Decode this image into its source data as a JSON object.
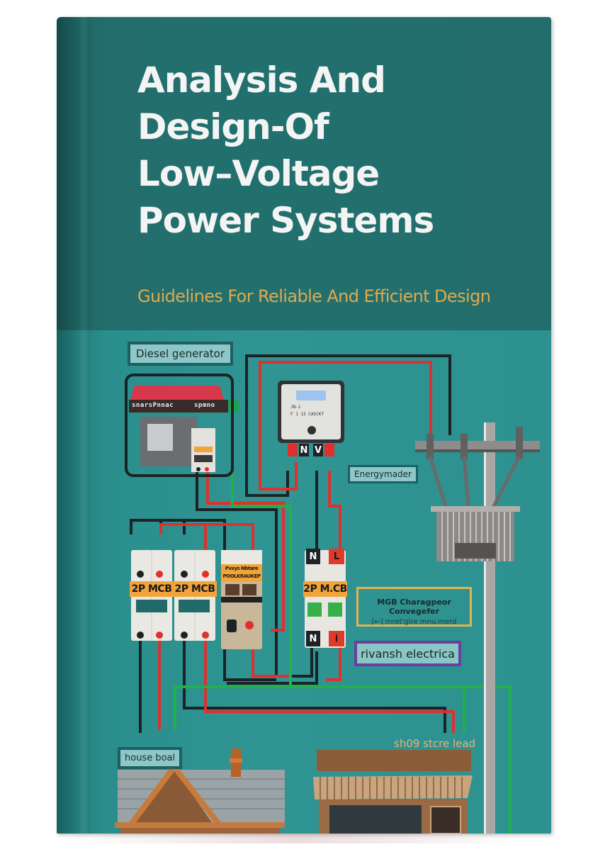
{
  "book": {
    "title_lines": [
      "Analysis And",
      "Design-Of",
      "Low–Voltage",
      "Power Systems"
    ],
    "subtitle": "Guidelines For Reliable And Efficient Design",
    "colors": {
      "cover_top": "#22706e",
      "cover_bottom": "#2f9492",
      "title_text": "#f4f4f4",
      "subtitle_text": "#e0a94e",
      "wire_red": "#e0302e",
      "wire_black": "#1a2326",
      "wire_green": "#1fb24a"
    }
  },
  "diagram": {
    "labels": {
      "diesel_generator": "Diesel generator",
      "generator_brand_left": "snarsPnnac",
      "generator_brand_right": "spmno",
      "energy_meter": "Energymader",
      "mgb_line1": "MGB Charagpeor Convegefer",
      "mgb_line2": "[←] mret'gire mnu.merd",
      "rivansh": "rivansh electrica",
      "house": "house boal",
      "store": "sh09 stcre lead"
    },
    "breakers": [
      {
        "label": "2P MCB"
      },
      {
        "label": "2P MCB"
      },
      {
        "label": "Pvxys Nbtare",
        "label2": "POOLKRAUKEP"
      },
      {
        "label": "2P M.CB",
        "top_terminals": [
          "N",
          "L"
        ],
        "bottom_terminals": [
          "N",
          "i"
        ]
      }
    ],
    "meter_terminals": [
      "N",
      "V"
    ],
    "meter_text": [
      "JN-1",
      "F 1 13 CASCKT"
    ]
  }
}
